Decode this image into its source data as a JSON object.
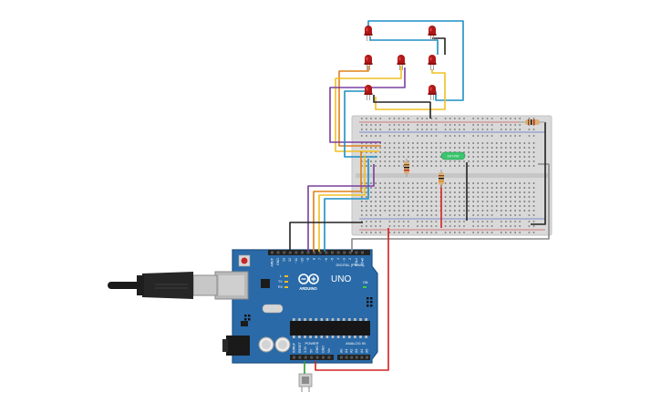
{
  "board": {
    "model": "UNO",
    "brand": "ARDUINO",
    "digital_header": "DIGITAL (PWM~)",
    "power_header": "POWER",
    "analog_header": "ANALOG IN",
    "digital_pins": [
      "AREF",
      "GND",
      "13",
      "12",
      "~11",
      "~10",
      "~9",
      "8",
      "7",
      "~6",
      "~5",
      "4",
      "~3",
      "2",
      "TX▸1",
      "RX◂0"
    ],
    "power_pins": [
      "IOREF",
      "RESET",
      "3.3V",
      "5V",
      "GND",
      "GND",
      "Vin"
    ],
    "analog_pins": [
      "A0",
      "A1",
      "A2",
      "A3",
      "A4",
      "A5"
    ],
    "tx_label": "TX",
    "rx_label": "RX",
    "l_label": "L",
    "on_label": "ON"
  },
  "sensor_label": "DHT-PIR",
  "colors": {
    "board": "#2a6aa8",
    "led_red": "#b01818",
    "wire_blue": "#1e8fc4",
    "wire_yellow": "#f0c020",
    "wire_orange": "#e0801a",
    "wire_purple": "#7a3ea0",
    "wire_black": "#222222",
    "wire_gray": "#8a8a8a",
    "wire_red": "#d42020",
    "wire_green": "#2aa02a"
  },
  "components": [
    "breadboard",
    "arduino-uno",
    "usb-cable",
    "led-array",
    "resistors",
    "push-button",
    "tilt-sensor"
  ]
}
